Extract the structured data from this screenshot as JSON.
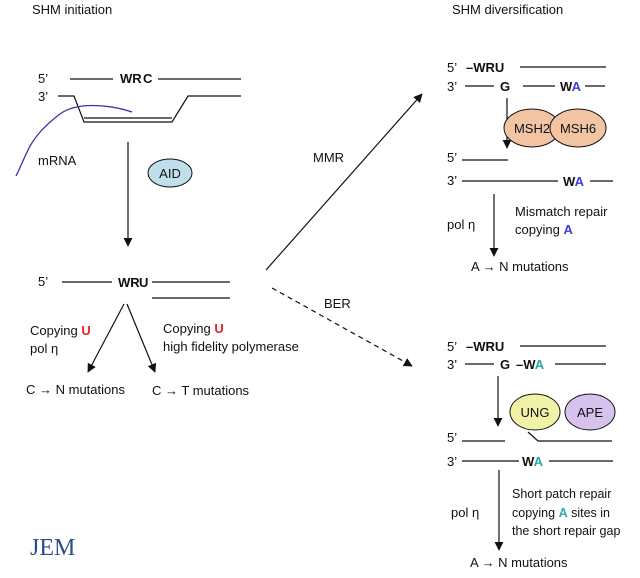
{
  "colors": {
    "red": "#e8242a",
    "blue": "#3b3fd8",
    "teal": "#2aa7a7",
    "mrna": "#3333aa",
    "aid_fill": "#bfe0ea",
    "msh_fill": "#f2c4a4",
    "ung_fill": "#f1f1a8",
    "ape_fill": "#d7c2ee",
    "jem": "#2a4f8c"
  },
  "titles": {
    "left": "SHM initiation",
    "right": "SHM diversification"
  },
  "labels": {
    "five_prime": "5’",
    "three_prime": "3’",
    "dash": "–",
    "mrna": "mRNA",
    "aid": "AID",
    "mmr": "MMR",
    "ber": "BER",
    "msh2": "MSH2",
    "msh6": "MSH6",
    "ung": "UNG",
    "ape": "APE",
    "pol_eta": "pol η",
    "copying": "Copying",
    "high_fidelity": "high fidelity polymerase",
    "mismatch_repair": "Mismatch repair",
    "copying_lower": "copying",
    "short_patch_repair": "Short patch repair",
    "sites_in": "sites in",
    "repair_gap": "the short repair gap",
    "mut_c_n": "C → N mutations",
    "mut_c_t": "C → T mutations",
    "mut_a_n_top": "A → N mutations",
    "mut_a_n_bottom": "A → N mutations",
    "journal": "JEM"
  },
  "bases": {
    "WR": "WR",
    "C": "C",
    "U": "U",
    "WRU": "WRU",
    "G": "G",
    "W": "W",
    "A": "A"
  }
}
